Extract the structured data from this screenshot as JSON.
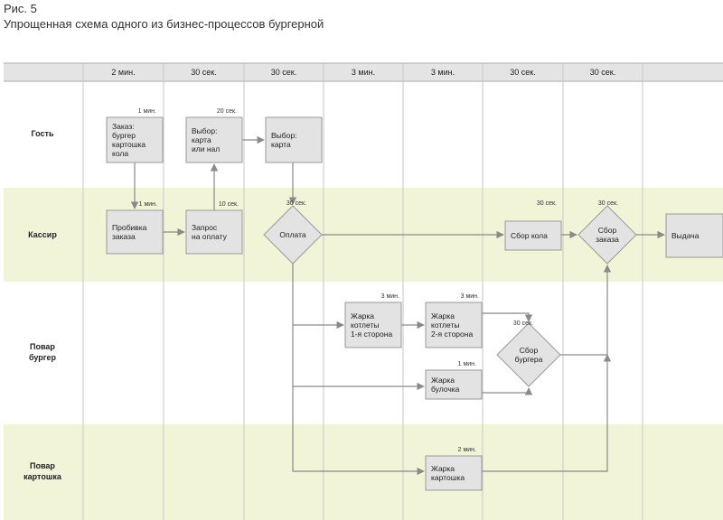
{
  "figure": {
    "label": "Рис. 5",
    "title": "Упрощенная схема одного из бизнес-процессов бургерной"
  },
  "columns": [
    "2 мин.",
    "30 сек.",
    "30 сек.",
    "3 мин.",
    "3 мин.",
    "30 сек.",
    "30 сек."
  ],
  "lanes": [
    {
      "id": "guest",
      "lines": [
        "Гость"
      ]
    },
    {
      "id": "cashier",
      "lines": [
        "Кассир"
      ]
    },
    {
      "id": "burger-cook",
      "lines": [
        "Повар",
        "бургер"
      ]
    },
    {
      "id": "fries-cook",
      "lines": [
        "Повар",
        "картошка"
      ]
    }
  ],
  "nodes": [
    {
      "id": "order",
      "shape": "rect",
      "lines": [
        "Заказ:",
        "бургер",
        "картошка",
        "кола"
      ],
      "duration": "1 мин."
    },
    {
      "id": "choice",
      "shape": "rect",
      "lines": [
        "Выбор:",
        "карта",
        "или нал"
      ],
      "duration": "20 сек."
    },
    {
      "id": "choice-card",
      "shape": "rect",
      "lines": [
        "Выбор:",
        "карта"
      ],
      "duration": ""
    },
    {
      "id": "punch",
      "shape": "rect",
      "lines": [
        "Пробивка",
        "заказа"
      ],
      "duration": "1 мин."
    },
    {
      "id": "pay-request",
      "shape": "rect",
      "lines": [
        "Запрос",
        "на оплату"
      ],
      "duration": "10 сек."
    },
    {
      "id": "payment",
      "shape": "diamond",
      "lines": [
        "Оплата"
      ],
      "duration": "30 сек."
    },
    {
      "id": "cola",
      "shape": "rect",
      "lines": [
        "Сбор кола"
      ],
      "duration": "30 сек."
    },
    {
      "id": "order-assembly",
      "shape": "diamond",
      "lines": [
        "Сбор",
        "заказа"
      ],
      "duration": "30 сек."
    },
    {
      "id": "handout",
      "shape": "rect",
      "lines": [
        "Выдача"
      ],
      "duration": ""
    },
    {
      "id": "patty1",
      "shape": "rect",
      "lines": [
        "Жарка",
        "котлеты",
        "1-я сторона"
      ],
      "duration": "3 мин."
    },
    {
      "id": "patty2",
      "shape": "rect",
      "lines": [
        "Жарка",
        "котлеты",
        "2-я сторона"
      ],
      "duration": "3 мин."
    },
    {
      "id": "bun",
      "shape": "rect",
      "lines": [
        "Жарка",
        "булочка"
      ],
      "duration": "1 мин."
    },
    {
      "id": "burger-assembly",
      "shape": "diamond",
      "lines": [
        "Сбор",
        "бургера"
      ],
      "duration": "30 сек."
    },
    {
      "id": "fries",
      "shape": "rect",
      "lines": [
        "Жарка",
        "картошка"
      ],
      "duration": "2 мин."
    }
  ]
}
